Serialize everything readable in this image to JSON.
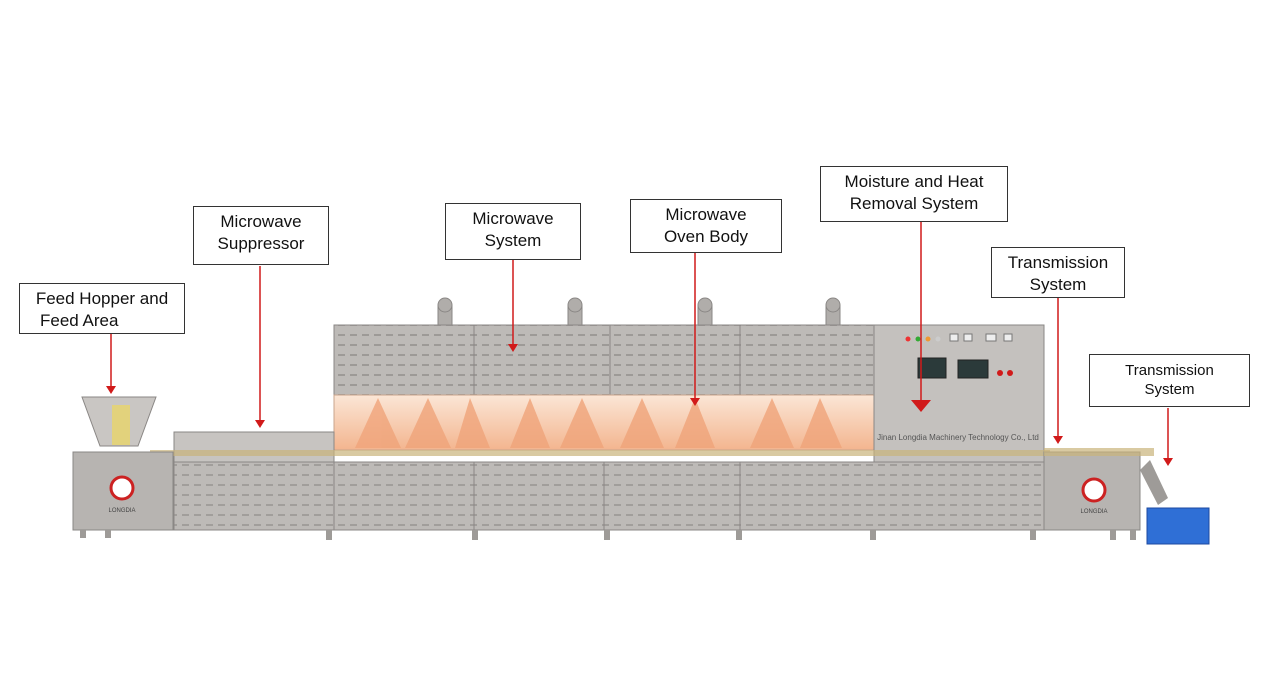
{
  "labels": {
    "feed_hopper": [
      "Feed Hopper and",
      "Feed Area"
    ],
    "suppressor": [
      "Microwave",
      "Suppressor"
    ],
    "microwave_system": [
      "Microwave",
      "System"
    ],
    "oven_body": [
      "Microwave",
      "Oven Body"
    ],
    "moisture": [
      "Moisture and Heat",
      "Removal System"
    ],
    "transmission1": [
      "Transmission",
      "System"
    ],
    "transmission2": [
      "Transmission",
      "System"
    ]
  },
  "machine": {
    "company_text": "Jinan Longdia Machinery Technology Co., Ltd",
    "brand_text": "LONGDIA"
  },
  "colors": {
    "arrow": "#d11a1a",
    "machine_body": "#b9b6b3",
    "machine_dark": "#9e9b98",
    "chamber_glow": "#f6c8a8",
    "bin": "#2f6fd6"
  }
}
